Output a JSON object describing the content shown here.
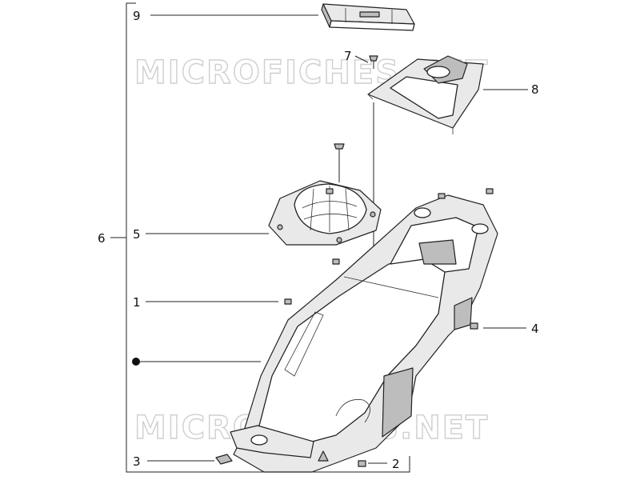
{
  "watermark": {
    "text": "MICROFICHES.NET"
  },
  "callouts": {
    "c1": "1",
    "c2": "2",
    "c3": "3",
    "c4": "4",
    "c5": "5",
    "c6": "6",
    "c7": "7",
    "c8": "8",
    "c9": "9"
  }
}
